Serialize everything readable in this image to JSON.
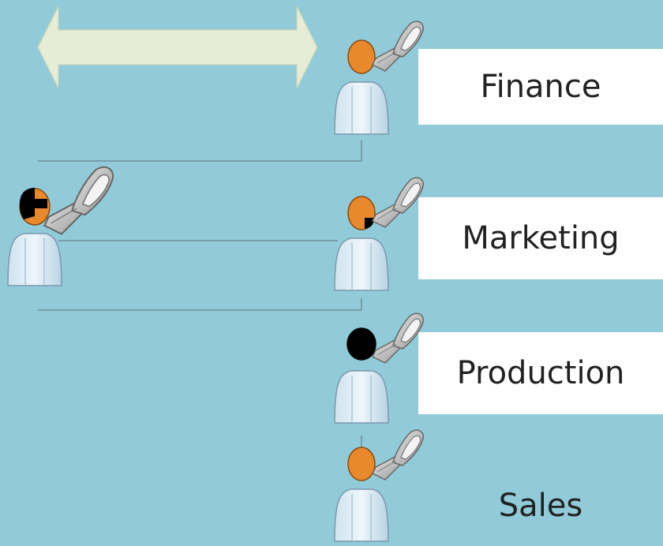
{
  "colors": {
    "background": "#91cbd9",
    "label_box": "#ffffff",
    "connector_line": "#6f8f99",
    "arrow_fill": "#e6ecd5",
    "head_orange": "#e8892b",
    "head_black": "#000000",
    "body_light": "#dcebf6",
    "phone_gray": "#c9c9c9"
  },
  "departments": [
    {
      "label": "Finance"
    },
    {
      "label": "Marketing"
    },
    {
      "label": "Production"
    },
    {
      "label": "Sales"
    }
  ],
  "icons": [
    "double-arrow-icon",
    "person-icon",
    "mobile-phone-icon"
  ]
}
